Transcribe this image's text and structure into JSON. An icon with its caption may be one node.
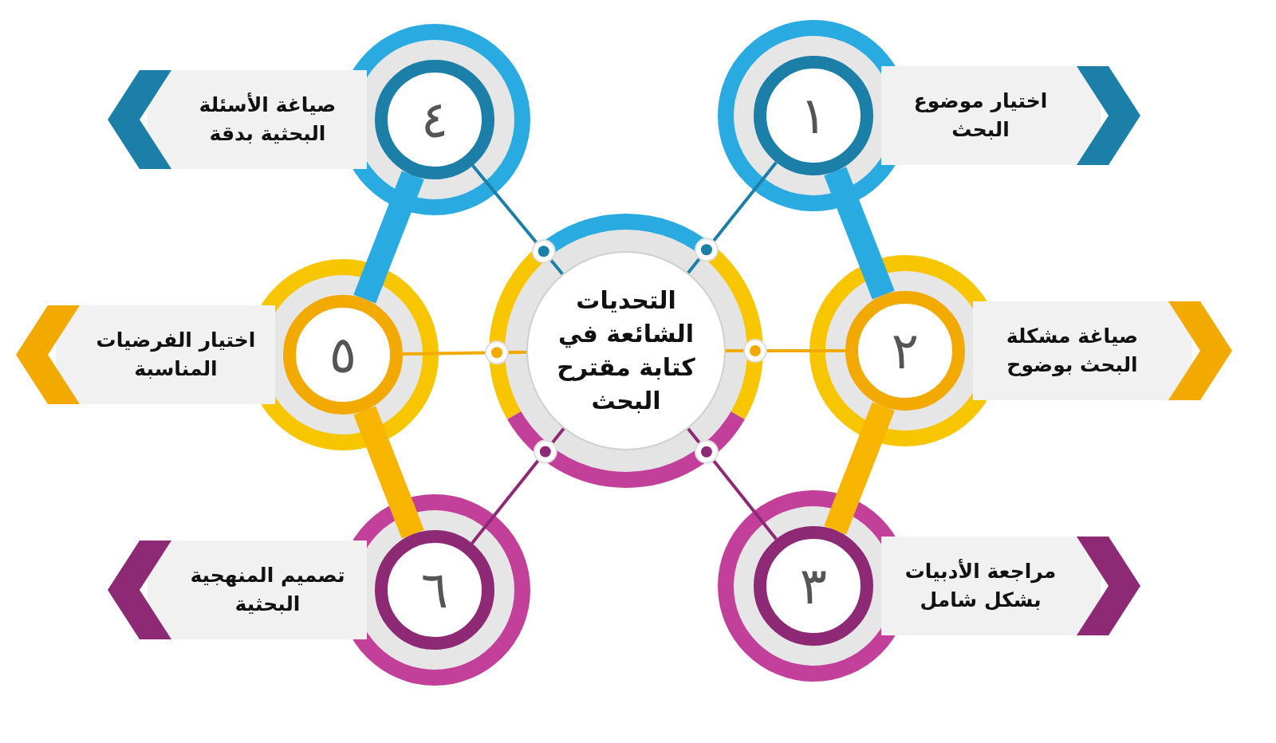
{
  "diagram": {
    "nodes": [
      {
        "text": [
          "التحديات الشائعة في كتابة مقترح البحث"
        ]
      },
      {
        "text": [
          "١"
        ]
      },
      {
        "text": [
          "اختيار موضوع البحث"
        ]
      },
      {
        "text": [
          "٢"
        ]
      },
      {
        "text": [
          "صياغة مشكلة البحث بوضوح"
        ]
      },
      {
        "text": [
          "٣"
        ]
      },
      {
        "text": [
          "مراجعة الأدبيات بشكل شامل"
        ]
      },
      {
        "text": [
          "٤"
        ]
      },
      {
        "text": [
          "صياغة الأسئلة البحثية بدقة"
        ]
      },
      {
        "text": [
          "٥"
        ]
      },
      {
        "text": [
          "اختيار الفرضيات المناسبة"
        ]
      },
      {
        "text": [
          "٦"
        ]
      },
      {
        "text": [
          "تصميم المنهجية البحثية"
        ]
      }
    ],
    "edges": [
      {
        "from": 0,
        "to": 1,
        "arrow": "none",
        "color": "#1b7fa8"
      },
      {
        "from": 0,
        "to": 3,
        "arrow": "none",
        "color": "#f2a900"
      },
      {
        "from": 0,
        "to": 5,
        "arrow": "none",
        "color": "#8e2a75"
      },
      {
        "from": 0,
        "to": 7,
        "arrow": "none",
        "color": "#1b7fa8"
      },
      {
        "from": 0,
        "to": 9,
        "arrow": "none",
        "color": "#f2a900"
      },
      {
        "from": 0,
        "to": 11,
        "arrow": "none",
        "color": "#8e2a75"
      },
      {
        "from": 1,
        "to": 3,
        "arrow": "none",
        "style": "thick",
        "color": "#29abe2"
      },
      {
        "from": 3,
        "to": 5,
        "arrow": "none",
        "style": "thick",
        "color": "#f7b500"
      },
      {
        "from": 7,
        "to": 9,
        "arrow": "none",
        "style": "thick",
        "color": "#29abe2"
      },
      {
        "from": 9,
        "to": 11,
        "arrow": "none",
        "style": "thick",
        "color": "#f7b500"
      }
    ]
  }
}
